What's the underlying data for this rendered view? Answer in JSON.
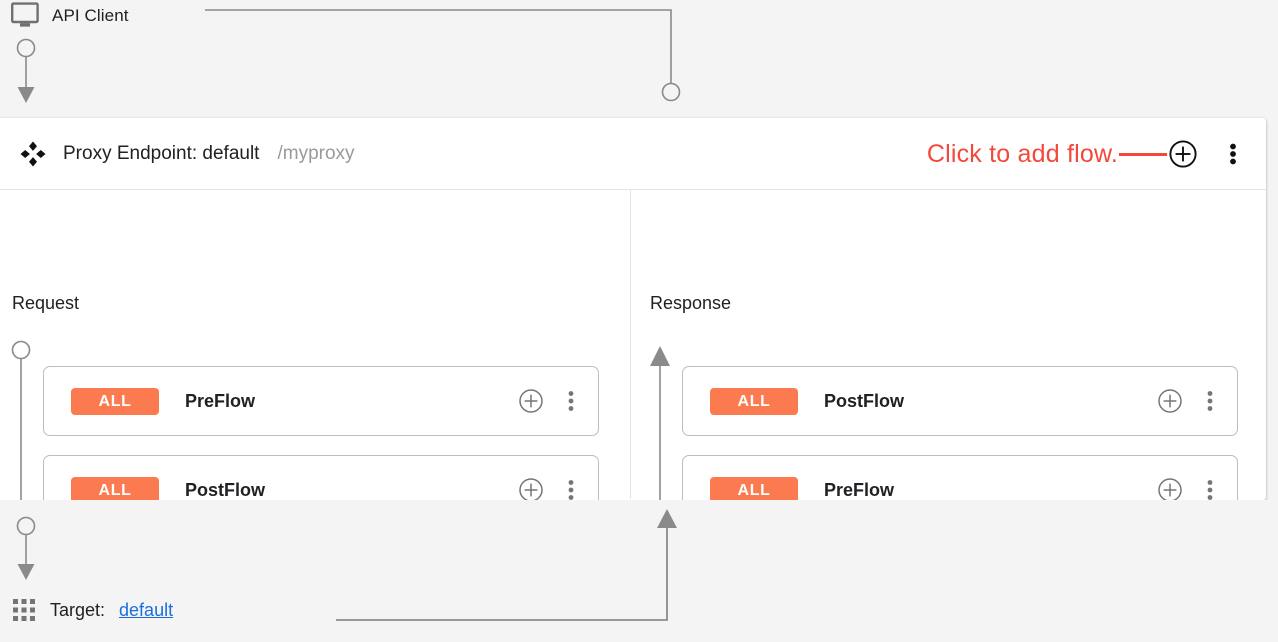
{
  "colors": {
    "page_background": "#f4f4f4",
    "panel_background": "#ffffff",
    "accent_red": "#f4483a",
    "badge_orange": "#fb7a50",
    "link_blue": "#1a6ee0",
    "connector_gray": "#8a8a8a",
    "icon_gray": "#757575"
  },
  "client": {
    "label": "API Client",
    "icon": "monitor-icon"
  },
  "proxy_panel": {
    "drag_icon": "move-icon",
    "title": "Proxy Endpoint: default",
    "basepath": "/myproxy",
    "add_flow_hint": "Click to add flow.",
    "add_flow_icon": "plus-circle-icon",
    "menu_icon": "more-vert-icon"
  },
  "columns": [
    {
      "key": "request",
      "title": "Request",
      "direction": "down",
      "flows": [
        {
          "condition": "ALL",
          "name": "PreFlow",
          "add_icon": "plus-circle-icon",
          "menu_icon": "more-vert-icon"
        },
        {
          "condition": "ALL",
          "name": "PostFlow",
          "add_icon": "plus-circle-icon",
          "menu_icon": "more-vert-icon"
        }
      ]
    },
    {
      "key": "response",
      "title": "Response",
      "direction": "up",
      "flows": [
        {
          "condition": "ALL",
          "name": "PostFlow",
          "add_icon": "plus-circle-icon",
          "menu_icon": "more-vert-icon"
        },
        {
          "condition": "ALL",
          "name": "PreFlow",
          "add_icon": "plus-circle-icon",
          "menu_icon": "more-vert-icon"
        }
      ]
    }
  ],
  "target": {
    "icon": "apps-grid-icon",
    "label": "Target:",
    "name": "default"
  }
}
